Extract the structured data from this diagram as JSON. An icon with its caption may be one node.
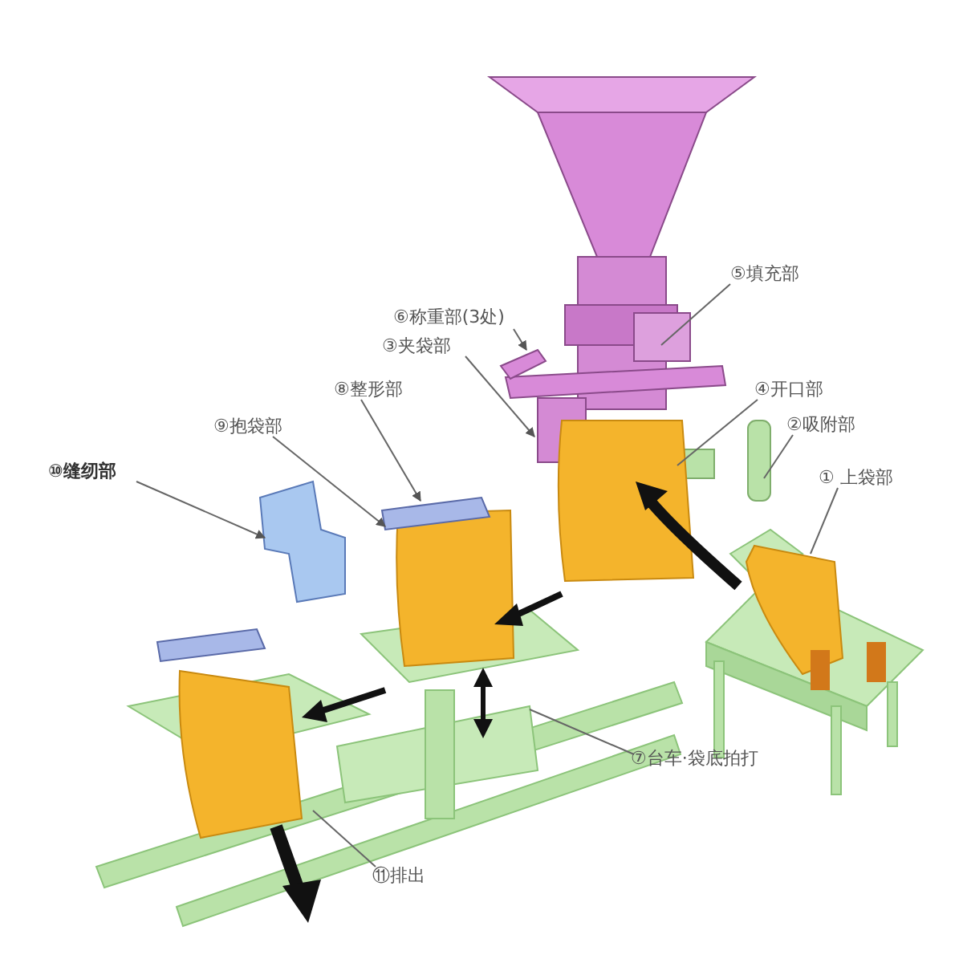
{
  "diagram": {
    "nodes": [
      {
        "text": [
          "⑥称重部(3处)"
        ]
      },
      {
        "text": [
          "⑤填充部"
        ]
      },
      {
        "text": [
          "③夹袋部"
        ]
      },
      {
        "text": [
          "④开口部"
        ]
      },
      {
        "text": [
          "②吸附部"
        ]
      },
      {
        "text": [
          "⑧整形部"
        ]
      },
      {
        "text": [
          "⑨抱袋部"
        ]
      },
      {
        "text": [
          "① 上袋部"
        ]
      },
      {
        "text": [
          "⑩缝纫部"
        ]
      },
      {
        "text": [
          "⑦台车·袋底拍打"
        ]
      },
      {
        "text": [
          "⑪排出"
        ]
      }
    ],
    "edges": [
      {
        "from": 0,
        "to": null,
        "arrow": "to"
      },
      {
        "from": 1,
        "to": null,
        "arrow": "none"
      },
      {
        "from": 2,
        "to": null,
        "arrow": "to"
      },
      {
        "from": 3,
        "to": null,
        "arrow": "none"
      },
      {
        "from": 4,
        "to": null,
        "arrow": "none"
      },
      {
        "from": 5,
        "to": null,
        "arrow": "to"
      },
      {
        "from": 6,
        "to": null,
        "arrow": "to"
      },
      {
        "from": 7,
        "to": null,
        "arrow": "none"
      },
      {
        "from": 8,
        "to": null,
        "arrow": "to"
      },
      {
        "from": 9,
        "to": null,
        "arrow": "none"
      },
      {
        "from": 10,
        "to": null,
        "arrow": "none"
      }
    ]
  }
}
